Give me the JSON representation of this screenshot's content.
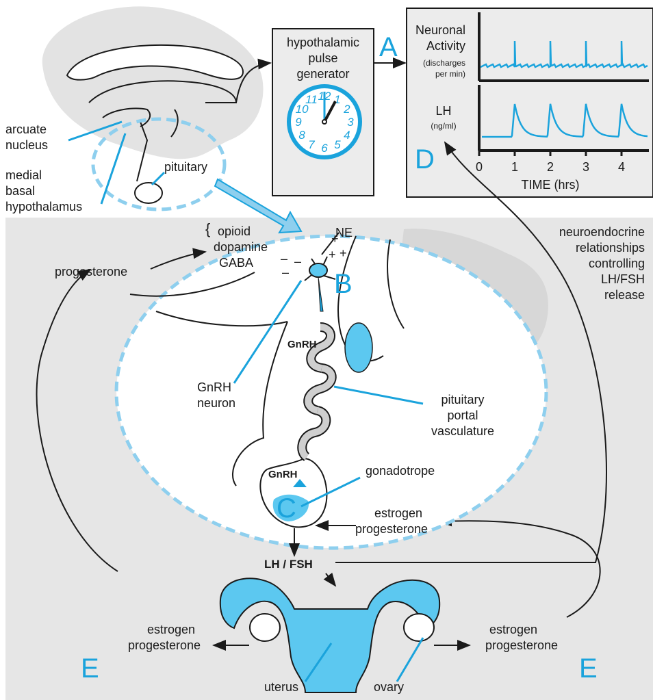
{
  "labels": {
    "arcuate_1": "arcuate",
    "arcuate_2": "nucleus",
    "medial_1": "medial",
    "medial_2": "basal",
    "medial_3": "hypothalamus",
    "pituitary": "pituitary",
    "pulse_gen_1": "hypothalamic",
    "pulse_gen_2": "pulse",
    "pulse_gen_3": "generator",
    "opioid": "opioid",
    "dopamine": "dopamine",
    "gaba": "GABA",
    "ne": "NE",
    "progesterone_top": "progesterone",
    "gnrh_top": "GnRH",
    "gnrh_neuron_1": "GnRH",
    "gnrh_neuron_2": "neuron",
    "portal_1": "pituitary",
    "portal_2": "portal",
    "portal_3": "vasculature",
    "gnrh_bottom": "GnRH",
    "gonadotrope": "gonadotrope",
    "estrogen_mid": "estrogen",
    "progesterone_mid": "progesterone",
    "lh_fsh": "LH / FSH",
    "estrogen_left": "estrogen",
    "progesterone_left": "progesterone",
    "estrogen_right": "estrogen",
    "progesterone_right": "progesterone",
    "uterus": "uterus",
    "ovary": "ovary",
    "neuro_1": "neuroendocrine",
    "neuro_2": "relationships",
    "neuro_3": "controlling",
    "neuro_4": "LH/FSH",
    "neuro_5": "release"
  },
  "letters": {
    "A": "A",
    "B": "B",
    "C": "C",
    "D": "D",
    "E_left": "E",
    "E_right": "E"
  },
  "clock_numbers": [
    "12",
    "1",
    "2",
    "3",
    "4",
    "5",
    "6",
    "7",
    "8",
    "9",
    "10",
    "11"
  ],
  "graph": {
    "neuronal_label_1": "Neuronal",
    "neuronal_label_2": "Activity",
    "neuronal_label_3": "(discharges",
    "neuronal_label_4": "per min)",
    "lh_label_1": "LH",
    "lh_label_2": "(ng/ml)",
    "x_label": "TIME (hrs)",
    "x_ticks": [
      "0",
      "1",
      "2",
      "3",
      "4"
    ],
    "pulse_times_hrs": [
      1,
      2,
      3,
      4
    ]
  },
  "colors": {
    "accent": "#1aa3dc",
    "fill_light": "#5cc8f0",
    "gray_bg": "#e6e6e6",
    "box_bg": "#ececec"
  }
}
